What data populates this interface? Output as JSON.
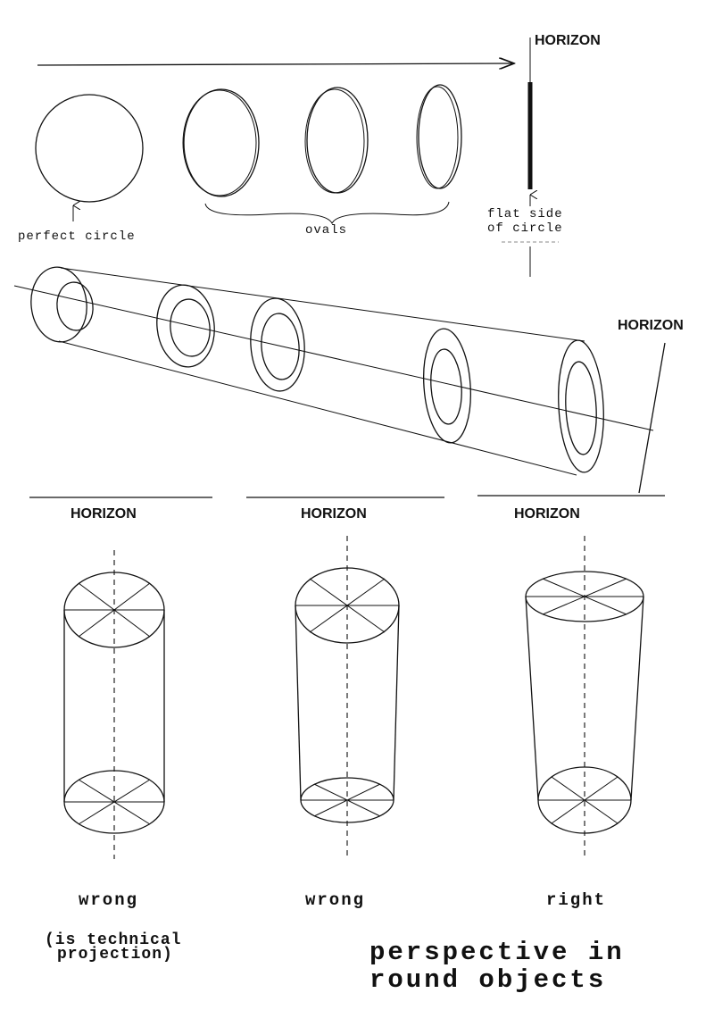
{
  "labels": {
    "horizon_top": "HORIZON",
    "horizon_tubes": "HORIZON",
    "horizon_1": "HORIZON",
    "horizon_2": "HORIZON",
    "horizon_3": "HORIZON",
    "perfect_circle": "perfect circle",
    "ovals": "ovals",
    "flat_side_line1": "flat side",
    "flat_side_line2": "of circle",
    "wrong_1": "wrong",
    "wrong_2": "wrong",
    "right": "right",
    "technical_line1": "(is technical",
    "technical_line2": "projection)",
    "title_line1": "perspective in",
    "title_line2": "round objects"
  }
}
